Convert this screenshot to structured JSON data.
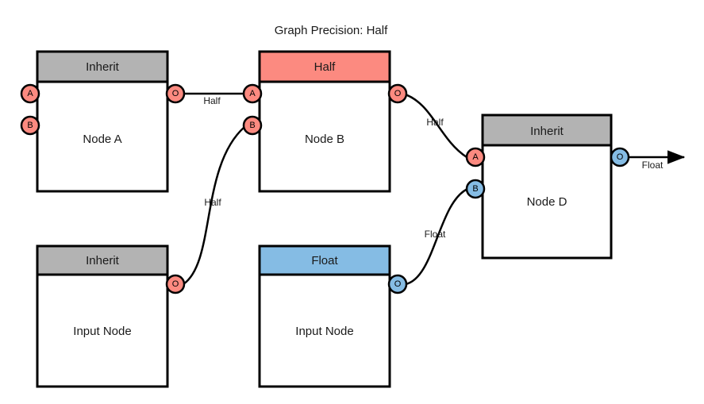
{
  "graph": {
    "title": "Graph Precision: Half",
    "colors": {
      "inherit": "#b3b3b3",
      "half": "#fc8a80",
      "float": "#85bce4",
      "outline": "#000000",
      "body": "#ffffff"
    }
  },
  "nodes": {
    "node_a": {
      "header": "Inherit",
      "body": "Node A",
      "ports": {
        "in_a": "A",
        "in_b": "B",
        "out": "O"
      }
    },
    "node_b": {
      "header": "Half",
      "body": "Node B",
      "ports": {
        "in_a": "A",
        "in_b": "B",
        "out": "O"
      }
    },
    "node_d": {
      "header": "Inherit",
      "body": "Node D",
      "ports": {
        "in_a": "A",
        "in_b": "B",
        "out": "O"
      }
    },
    "input_node_left": {
      "header": "Inherit",
      "body": "Input Node",
      "ports": {
        "out": "O"
      }
    },
    "input_node_mid": {
      "header": "Float",
      "body": "Input Node",
      "ports": {
        "out": "O"
      }
    }
  },
  "edges": [
    {
      "label": "Half",
      "from": "node_a.out",
      "to": "node_b.in_a"
    },
    {
      "label": "Half",
      "from": "input_node_left.out",
      "to": "node_b.in_b"
    },
    {
      "label": "Half",
      "from": "node_b.out",
      "to": "node_d.in_a"
    },
    {
      "label": "Float",
      "from": "input_node_mid.out",
      "to": "node_d.in_b"
    },
    {
      "label": "Float",
      "from": "node_d.out",
      "to": "graph-output"
    }
  ],
  "labels": {
    "edge_a_to_b": "Half",
    "edge_inleft_to_b": "Half",
    "edge_b_to_d": "Half",
    "edge_inmid_to_d": "Float",
    "edge_d_out": "Float"
  }
}
